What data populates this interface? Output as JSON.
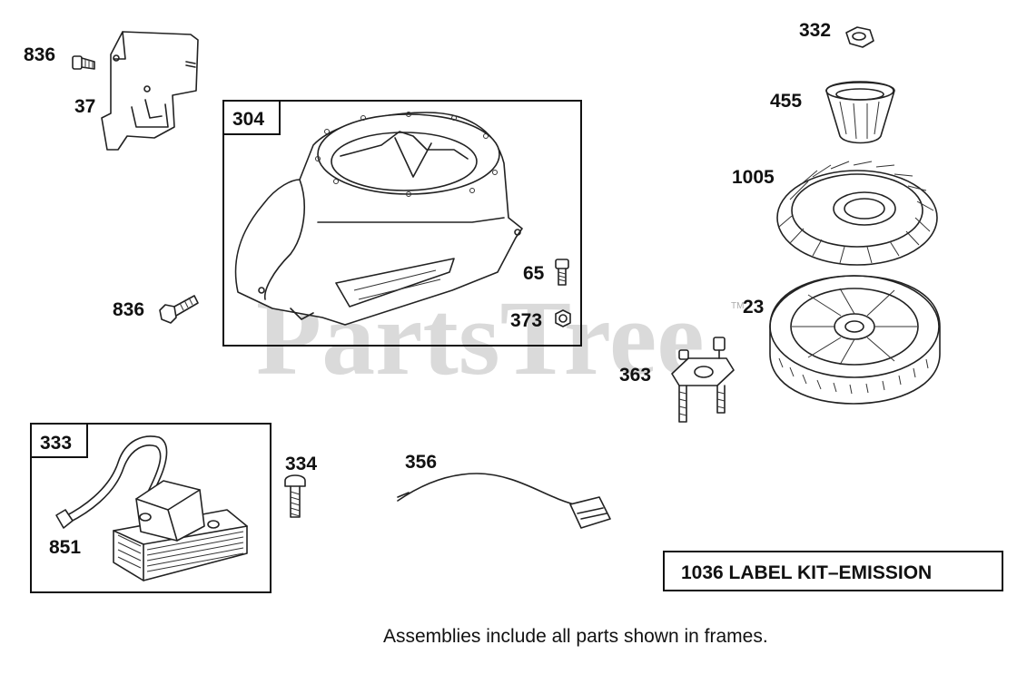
{
  "watermark": {
    "text": "PartsTree",
    "tm": "TM"
  },
  "frames": [
    {
      "label": "304"
    },
    {
      "label": "333"
    }
  ],
  "callouts": {
    "c836a": "836",
    "c37": "37",
    "c836b": "836",
    "c65": "65",
    "c373": "373",
    "c332": "332",
    "c455": "455",
    "c1005": "1005",
    "c23": "23",
    "c363": "363",
    "c334": "334",
    "c356": "356",
    "c851": "851"
  },
  "label_kit": "1036 LABEL KIT–EMISSION",
  "footnote": "Assemblies include all parts shown in frames."
}
